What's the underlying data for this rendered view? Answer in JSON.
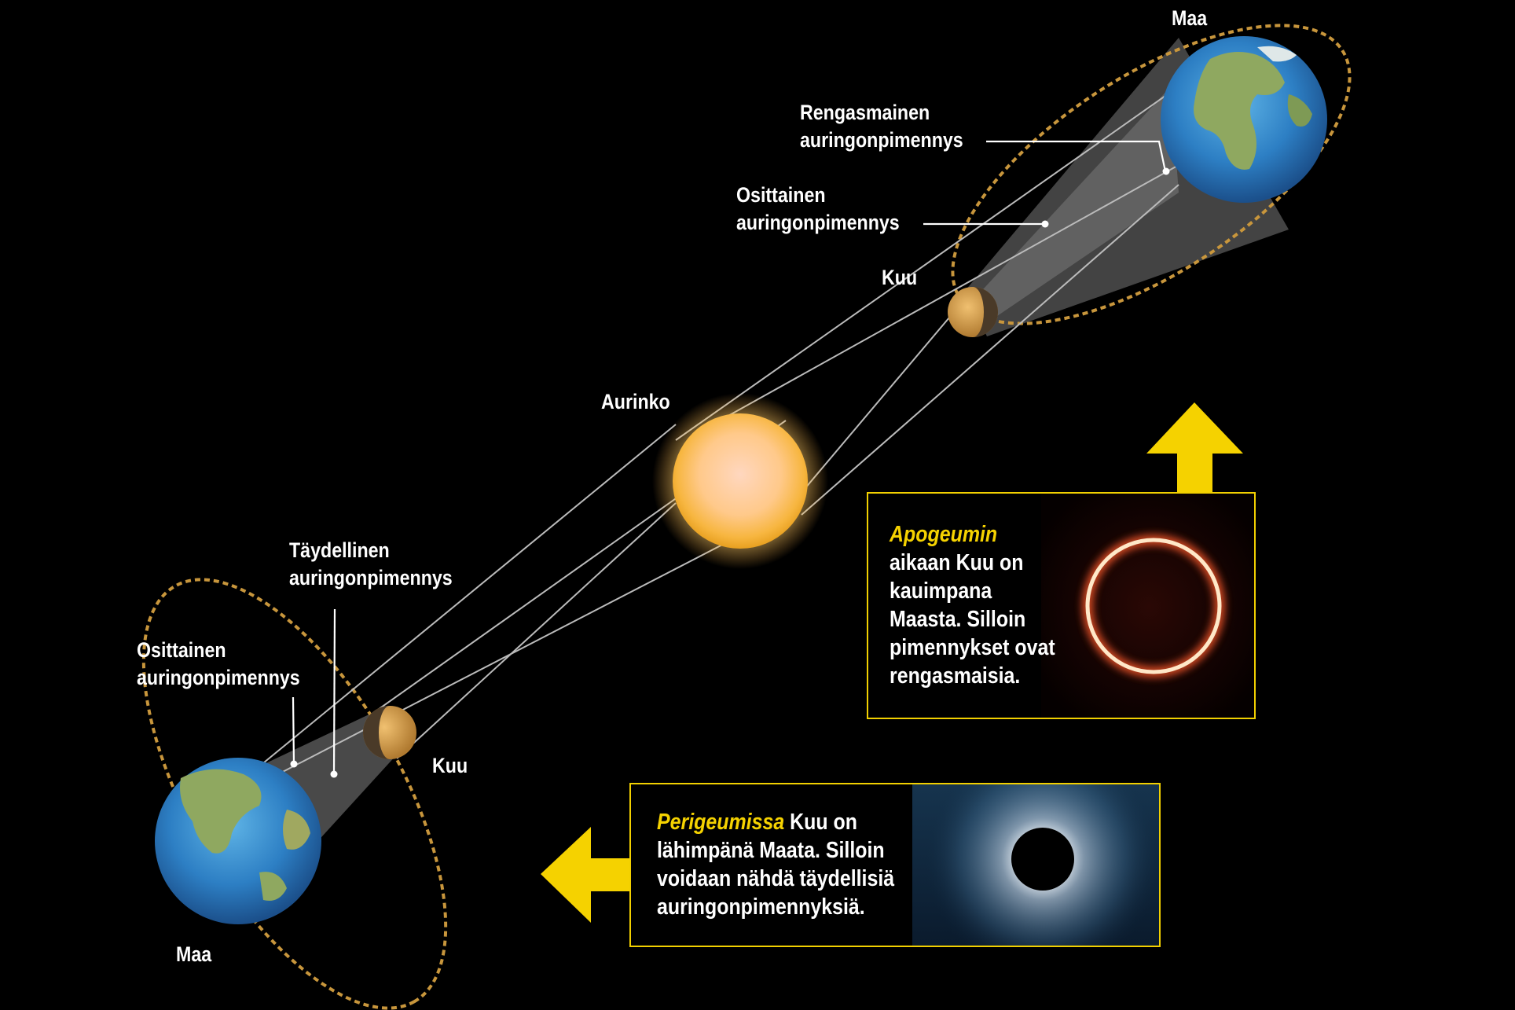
{
  "labels": {
    "maa_top": "Maa",
    "rengasmainen": [
      "Rengasmainen",
      "auringonpimennys"
    ],
    "osittainen_top": [
      "Osittainen",
      "auringonpimennys"
    ],
    "kuu_top": "Kuu",
    "aurinko": "Aurinko",
    "taydellinen": [
      "Täydellinen",
      "auringonpimennys"
    ],
    "osittainen_bottom": [
      "Osittainen",
      "auringonpimennys"
    ],
    "kuu_bottom": "Kuu",
    "maa_bottom": "Maa"
  },
  "apogee_box": {
    "keyword": "Apogeumin",
    "lines": [
      "aikaan Kuu on",
      "kauimpana",
      "Maasta. Silloin",
      "pimennykset ovat",
      "rengasmaisia."
    ]
  },
  "perigee_box": {
    "keyword": "Perigeumissa",
    "first_line_rest": " Kuu on",
    "lines": [
      "lähimpänä Maata. Silloin",
      "voidaan nähdä täydellisiä",
      "auringonpimennyksiä."
    ]
  },
  "colors": {
    "background": "#000000",
    "accent_yellow": "#f5d200",
    "orbit_dash": "#c8963c",
    "text": "#ffffff"
  }
}
